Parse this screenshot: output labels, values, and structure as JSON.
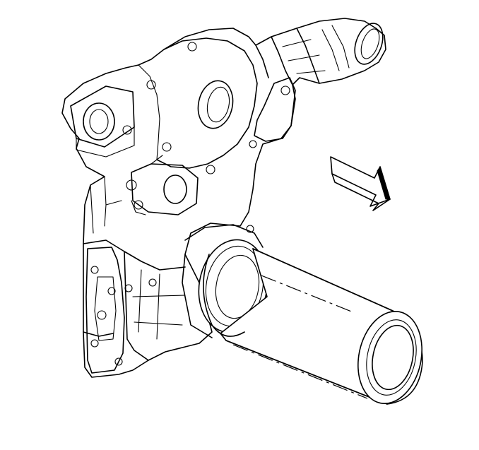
{
  "diagram": {
    "type": "technical-line-drawing",
    "components": [
      {
        "name": "engine-front-cover",
        "shape": "cast-cover-with-bolt-bosses"
      },
      {
        "name": "crankshaft-seal-installer",
        "shape": "cylinder"
      },
      {
        "name": "direction-arrow",
        "direction": "down-right"
      }
    ],
    "colors": {
      "line": "#000000",
      "background": "#ffffff",
      "arrow_shade": "#000000"
    }
  }
}
